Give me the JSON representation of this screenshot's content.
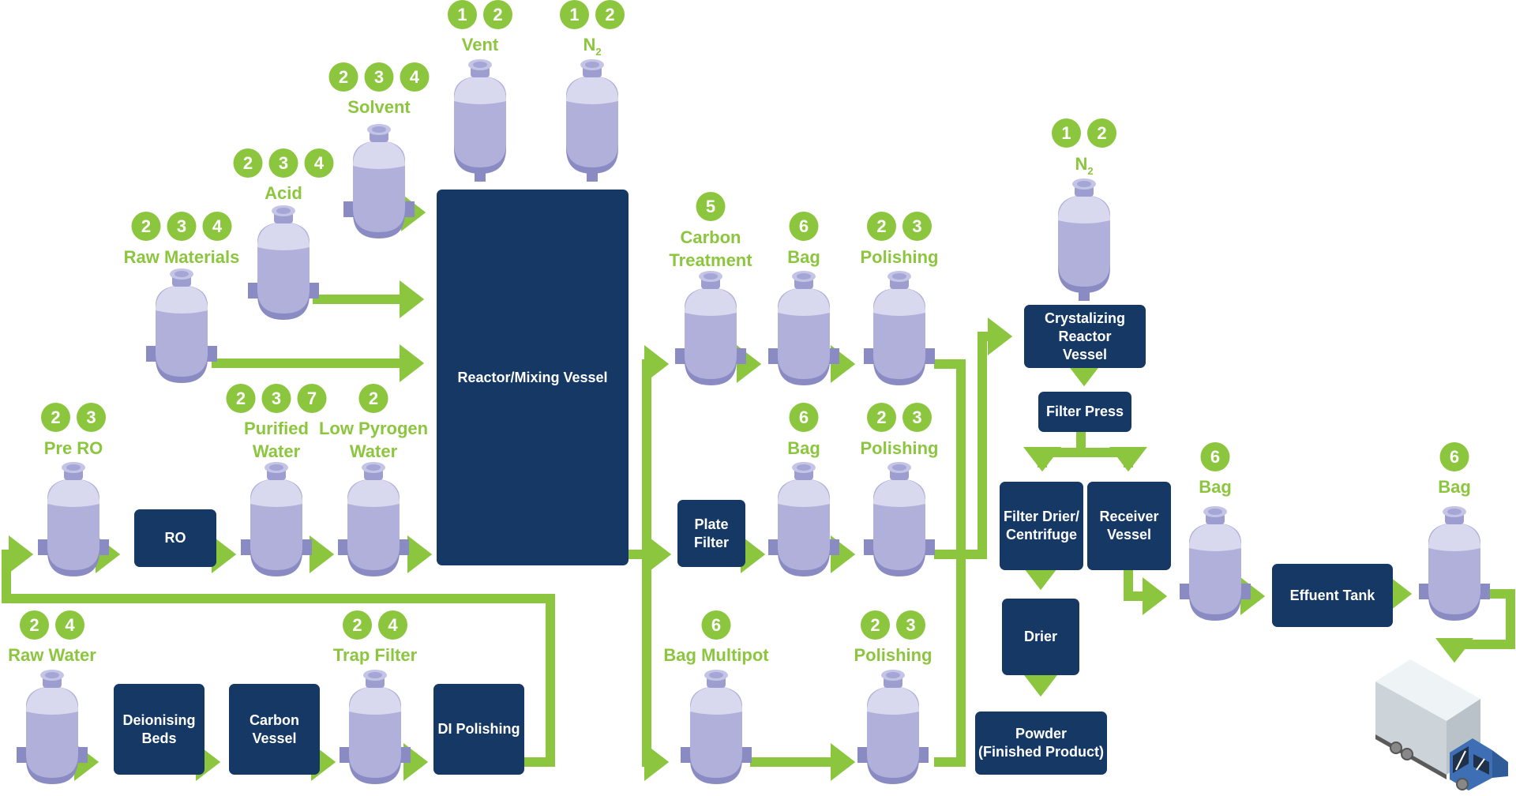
{
  "colors": {
    "accent_green": "#8cc63f",
    "box_navy": "#163865",
    "vessel_light": "#d8d9ee",
    "vessel_mid": "#b0b0da",
    "vessel_dark": "#8b8bc4"
  },
  "reactor": {
    "label": "Reactor/Mixing Vessel"
  },
  "stations": [
    {
      "id": "vent",
      "label": "Vent",
      "badges": [
        "1",
        "2"
      ]
    },
    {
      "id": "n2-top",
      "label": "N",
      "sub": "2",
      "badges": [
        "1",
        "2"
      ]
    },
    {
      "id": "solvent",
      "label": "Solvent",
      "badges": [
        "2",
        "3",
        "4"
      ]
    },
    {
      "id": "acid",
      "label": "Acid",
      "badges": [
        "2",
        "3",
        "4"
      ]
    },
    {
      "id": "raw-materials",
      "label": "Raw Materials",
      "badges": [
        "2",
        "3",
        "4"
      ]
    },
    {
      "id": "pre-ro",
      "label": "Pre RO",
      "badges": [
        "2",
        "3"
      ]
    },
    {
      "id": "purified-water",
      "label": "Purified\nWater",
      "badges": [
        "2",
        "3",
        "7"
      ]
    },
    {
      "id": "low-pyrogen-water",
      "label": "Low Pyrogen\nWater",
      "badges": [
        "2"
      ]
    },
    {
      "id": "raw-water",
      "label": "Raw Water",
      "badges": [
        "2",
        "4"
      ]
    },
    {
      "id": "trap-filter",
      "label": "Trap Filter",
      "badges": [
        "2",
        "4"
      ]
    },
    {
      "id": "carbon-treatment",
      "label": "Carbon\nTreatment",
      "badges": [
        "5"
      ]
    },
    {
      "id": "bag-1",
      "label": "Bag",
      "badges": [
        "6"
      ]
    },
    {
      "id": "polishing-1",
      "label": "Polishing",
      "badges": [
        "2",
        "3"
      ]
    },
    {
      "id": "bag-2",
      "label": "Bag",
      "badges": [
        "6"
      ]
    },
    {
      "id": "polishing-2",
      "label": "Polishing",
      "badges": [
        "2",
        "3"
      ]
    },
    {
      "id": "bag-multipot",
      "label": "Bag Multipot",
      "badges": [
        "6"
      ]
    },
    {
      "id": "polishing-3",
      "label": "Polishing",
      "badges": [
        "2",
        "3"
      ]
    },
    {
      "id": "n2-right",
      "label": "N",
      "sub": "2",
      "badges": [
        "1",
        "2"
      ]
    },
    {
      "id": "bag-3",
      "label": "Bag",
      "badges": [
        "6"
      ]
    },
    {
      "id": "bag-4",
      "label": "Bag",
      "badges": [
        "6"
      ]
    }
  ],
  "boxes": {
    "ro": "RO",
    "deionising_beds": "Deionising\nBeds",
    "carbon_vessel": "Carbon\nVessel",
    "di_polishing": "DI Polishing",
    "plate_filter": "Plate\nFilter",
    "crystalizing_reactor": "Crystalizing\nReactor\nVessel",
    "filter_press": "Filter Press",
    "filter_drier": "Filter Drier/\nCentrifuge",
    "receiver_vessel": "Receiver\nVessel",
    "drier": "Drier",
    "powder": "Powder\n(Finished Product)",
    "effluent_tank": "Effuent Tank"
  }
}
